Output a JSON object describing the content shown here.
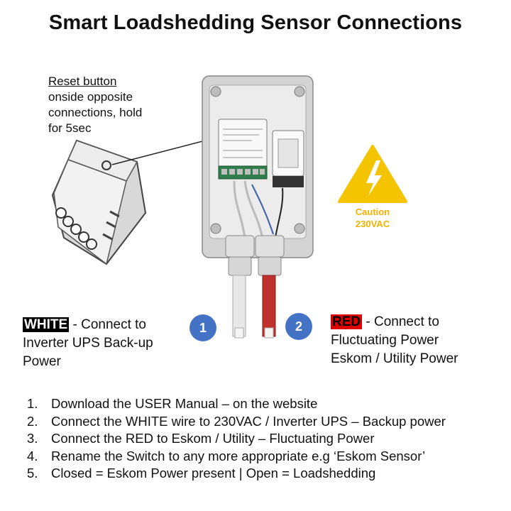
{
  "title": "Smart Loadshedding Sensor Connections",
  "reset_note": {
    "heading": "Reset button",
    "lines": [
      "onside opposite",
      "connections, hold",
      "for 5sec"
    ]
  },
  "caution": {
    "line1": "Caution",
    "line2": "230VAC",
    "color": "#f5c400"
  },
  "badges": [
    "1",
    "2"
  ],
  "white_block": {
    "tag": "WHITE",
    "line1_rest": " - Connect to",
    "line2": "Inverter UPS Back-up",
    "line3": "Power"
  },
  "red_block": {
    "tag": "RED",
    "line1_rest": " - Connect to",
    "line2": "Fluctuating Power",
    "line3": "Eskom / Utility Power"
  },
  "steps": [
    {
      "num": "1.",
      "text": "Download the USER Manual – on the website"
    },
    {
      "num": "2.",
      "text": "Connect the WHITE wire to 230VAC /  Inverter UPS – Backup power"
    },
    {
      "num": "3.",
      "text": "Connect the RED to Eskom / Utility – Fluctuating Power"
    },
    {
      "num": "4.",
      "text": "Rename the Switch to any more appropriate  e.g  ‘Eskom Sensor’"
    },
    {
      "num": "5.",
      "text": "Closed = Eskom Power present | Open = Loadshedding"
    }
  ],
  "colors": {
    "badge": "#4472c4",
    "red_wire": "#c0302c",
    "white_wire": "#e8e8e8"
  }
}
